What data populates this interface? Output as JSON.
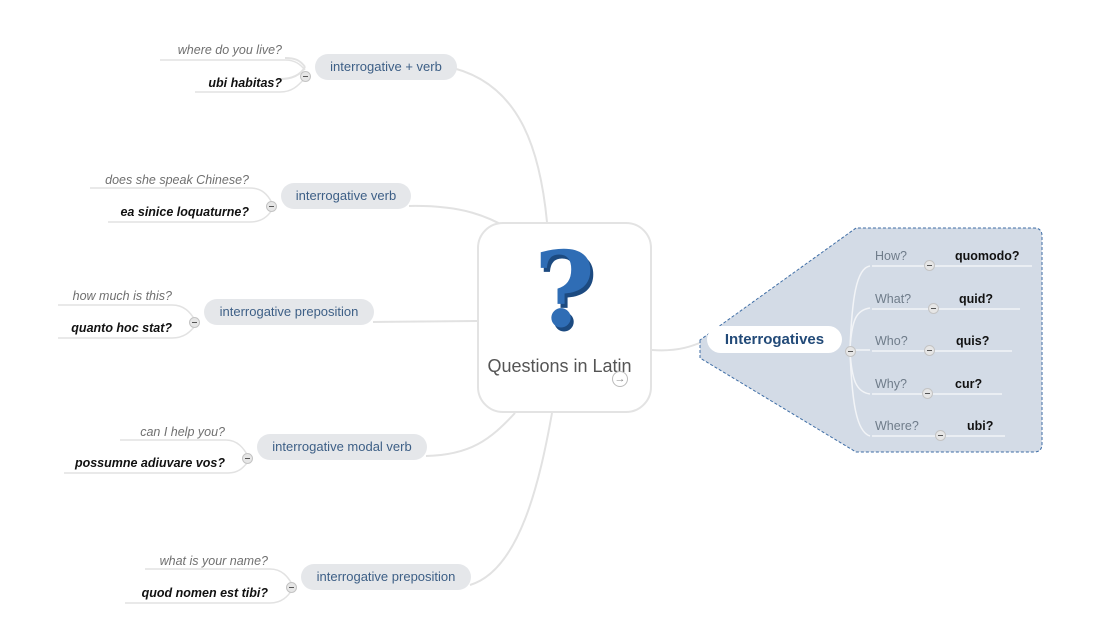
{
  "central": {
    "title": "Questions in Latin",
    "icon": "question-mark-icon"
  },
  "branches": [
    {
      "label": "interrogative + verb",
      "english": "where do you live?",
      "latin": "ubi habitas?"
    },
    {
      "label": "interrogative verb",
      "english": "does she speak Chinese?",
      "latin": "ea sinice loquaturne?"
    },
    {
      "label": "interrogative preposition",
      "english": "how much is this?",
      "latin": "quanto hoc stat?"
    },
    {
      "label": "interrogative modal verb",
      "english": "can I help you?",
      "latin": "possumne adiuvare vos?"
    },
    {
      "label": "interrogative preposition",
      "english": "what is your name?",
      "latin": "quod nomen est tibi?"
    }
  ],
  "interrogatives": {
    "label": "Interrogatives",
    "items": [
      {
        "english": "How?",
        "latin": "quomodo?"
      },
      {
        "english": "What?",
        "latin": "quid?"
      },
      {
        "english": "Who?",
        "latin": "quis?"
      },
      {
        "english": "Why?",
        "latin": "cur?"
      },
      {
        "english": "Where?",
        "latin": "ubi?"
      }
    ]
  },
  "colors": {
    "boundary_fill": "#d3dbe6",
    "boundary_stroke": "#3f6ea6",
    "pill": "#e5e7ea",
    "pill_text": "#3d5f86",
    "question_mark": "#2f6db5"
  }
}
